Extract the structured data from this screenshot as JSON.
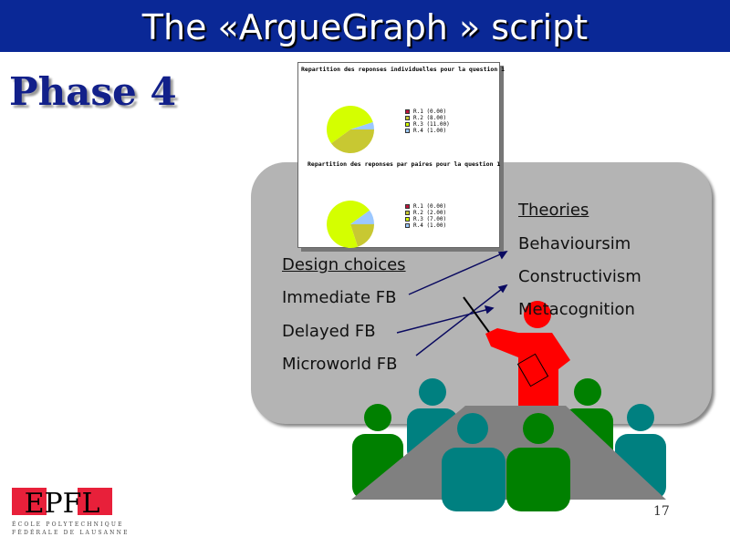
{
  "slide": {
    "title": "The «ArgueGraph » script",
    "phase": "Phase 4",
    "page_number": "17"
  },
  "design": {
    "heading": "Design choices",
    "items": [
      "Immediate FB",
      "Delayed FB",
      "Microworld FB"
    ]
  },
  "theories": {
    "heading": "Theories",
    "items": [
      "Behavioursim",
      "Constructivism",
      "Metacognition"
    ]
  },
  "logo": {
    "text": "EPFL",
    "line1": "ÉCOLE POLYTECHNIQUE",
    "line2": "FÉDÉRALE DE LAUSANNE"
  },
  "chart_data": [
    {
      "type": "pie",
      "title": "Repartition des reponses individuelles pour la question 1",
      "categories": [
        "R.1",
        "R.2",
        "R.3",
        "R.4"
      ],
      "values": [
        0,
        8,
        11,
        1
      ],
      "legend_labels": [
        "R.1  (0.00)",
        "R.2  (8.00)",
        "R.3  (11.00)",
        "R.4  (1.00)"
      ],
      "colors": [
        "#c0143c",
        "#c8c832",
        "#d4ff00",
        "#9cc8ff"
      ],
      "legend": "right"
    },
    {
      "type": "pie",
      "title": "Repartition des reponses par paires pour la question 1",
      "categories": [
        "R.1",
        "R.2",
        "R.3",
        "R.4"
      ],
      "values": [
        0,
        2,
        7,
        1
      ],
      "legend_labels": [
        "R.1  (0.00)",
        "R.2  (2.00)",
        "R.3  (7.00)",
        "R.4  (1.00)"
      ],
      "colors": [
        "#c0143c",
        "#c8c832",
        "#d4ff00",
        "#9cc8ff"
      ],
      "legend": "right"
    }
  ]
}
